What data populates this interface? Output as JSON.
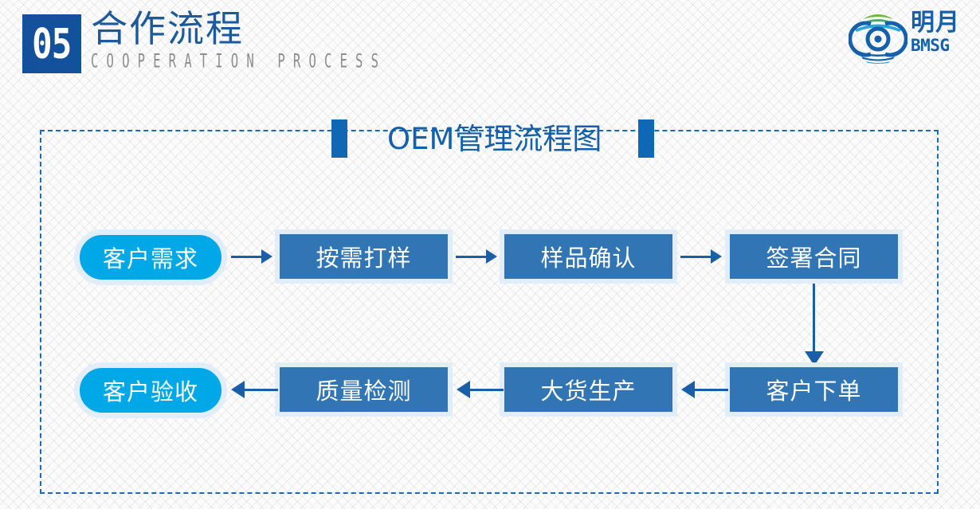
{
  "header": {
    "number": "05",
    "title_cn": "合作流程",
    "title_en": "COOPERATION PROCESS"
  },
  "logo": {
    "name_cn": "明月",
    "name_en": "BMSG",
    "mark": "globe-emblem-icon",
    "colors": {
      "blue": "#1560ab",
      "cyan": "#29a8df",
      "green": "#6cb93a"
    }
  },
  "flow": {
    "title": "OEM管理流程图",
    "title_bar_color": "#1068b5",
    "panel_border_color": "#1c69b8",
    "colors": {
      "rect": "#3275b5",
      "pill": "#00a8e8",
      "frame": "#e1edf8",
      "connector": "#1b5ea8"
    },
    "row1": [
      {
        "label": "客户需求",
        "shape": "pill"
      },
      {
        "label": "按需打样",
        "shape": "rect"
      },
      {
        "label": "样品确认",
        "shape": "rect"
      },
      {
        "label": "签署合同",
        "shape": "rect"
      }
    ],
    "row2": [
      {
        "label": "客户验收",
        "shape": "pill"
      },
      {
        "label": "质量检测",
        "shape": "rect"
      },
      {
        "label": "大货生产",
        "shape": "rect"
      },
      {
        "label": "客户下单",
        "shape": "rect"
      }
    ]
  }
}
